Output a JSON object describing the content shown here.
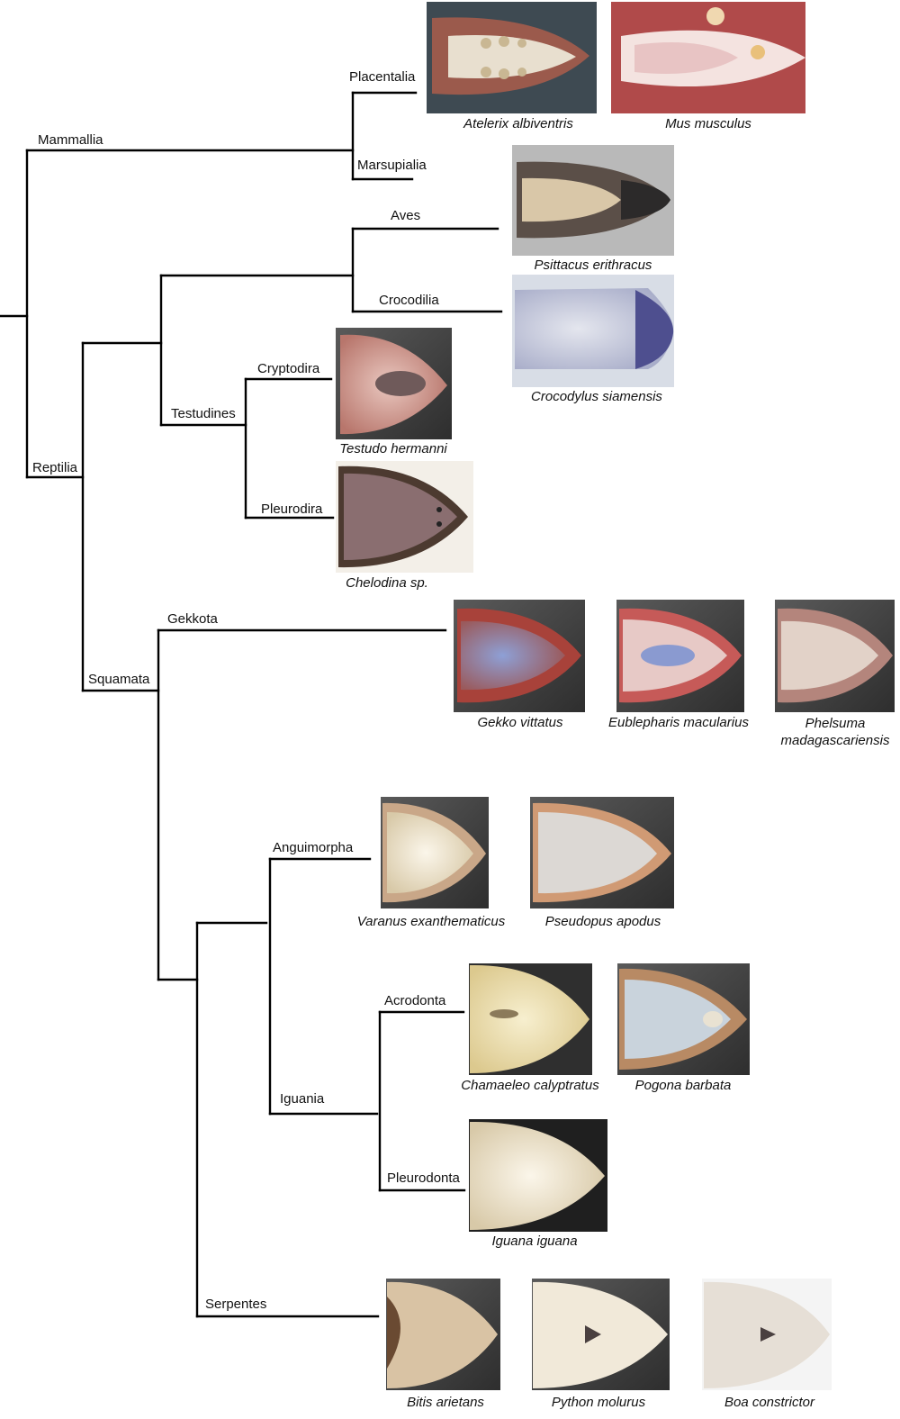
{
  "clades": {
    "mammallia": "Mammallia",
    "placentalia": "Placentalia",
    "marsupialia": "Marsupialia",
    "reptilia": "Reptilia",
    "aves": "Aves",
    "crocodilia": "Crocodilia",
    "testudines": "Testudines",
    "cryptodira": "Cryptodira",
    "pleurodira": "Pleurodira",
    "squamata": "Squamata",
    "gekkota": "Gekkota",
    "anguimorpha": "Anguimorpha",
    "iguania": "Iguania",
    "acrodonta": "Acrodonta",
    "pleurodonta": "Pleurodonta",
    "serpentes": "Serpentes"
  },
  "species": {
    "atelerix": "Atelerix albiventris",
    "mus": "Mus musculus",
    "psittacus": "Psittacus erithracus",
    "crocodylus": "Crocodylus siamensis",
    "testudo": "Testudo hermanni",
    "chelodina": "Chelodina sp.",
    "gekko": "Gekko vittatus",
    "eublepharis": "Eublepharis macularius",
    "phelsuma_1": "Phelsuma",
    "phelsuma_2": "madagascariensis",
    "varanus": "Varanus exanthematicus",
    "pseudopus": "Pseudopus apodus",
    "chamaeleo": "Chamaeleo calyptratus",
    "pogona": "Pogona barbata",
    "iguana": "Iguana iguana",
    "bitis": "Bitis arietans",
    "python": "Python molurus",
    "boa": "Boa constrictor"
  },
  "palette": {
    "line": "#000000",
    "photo_backdrop_dark": "#3d3d3d",
    "tissue_pink": "#d9a9a2",
    "tissue_pale": "#f2ead8",
    "tissue_blue": "#8a9ac8"
  }
}
